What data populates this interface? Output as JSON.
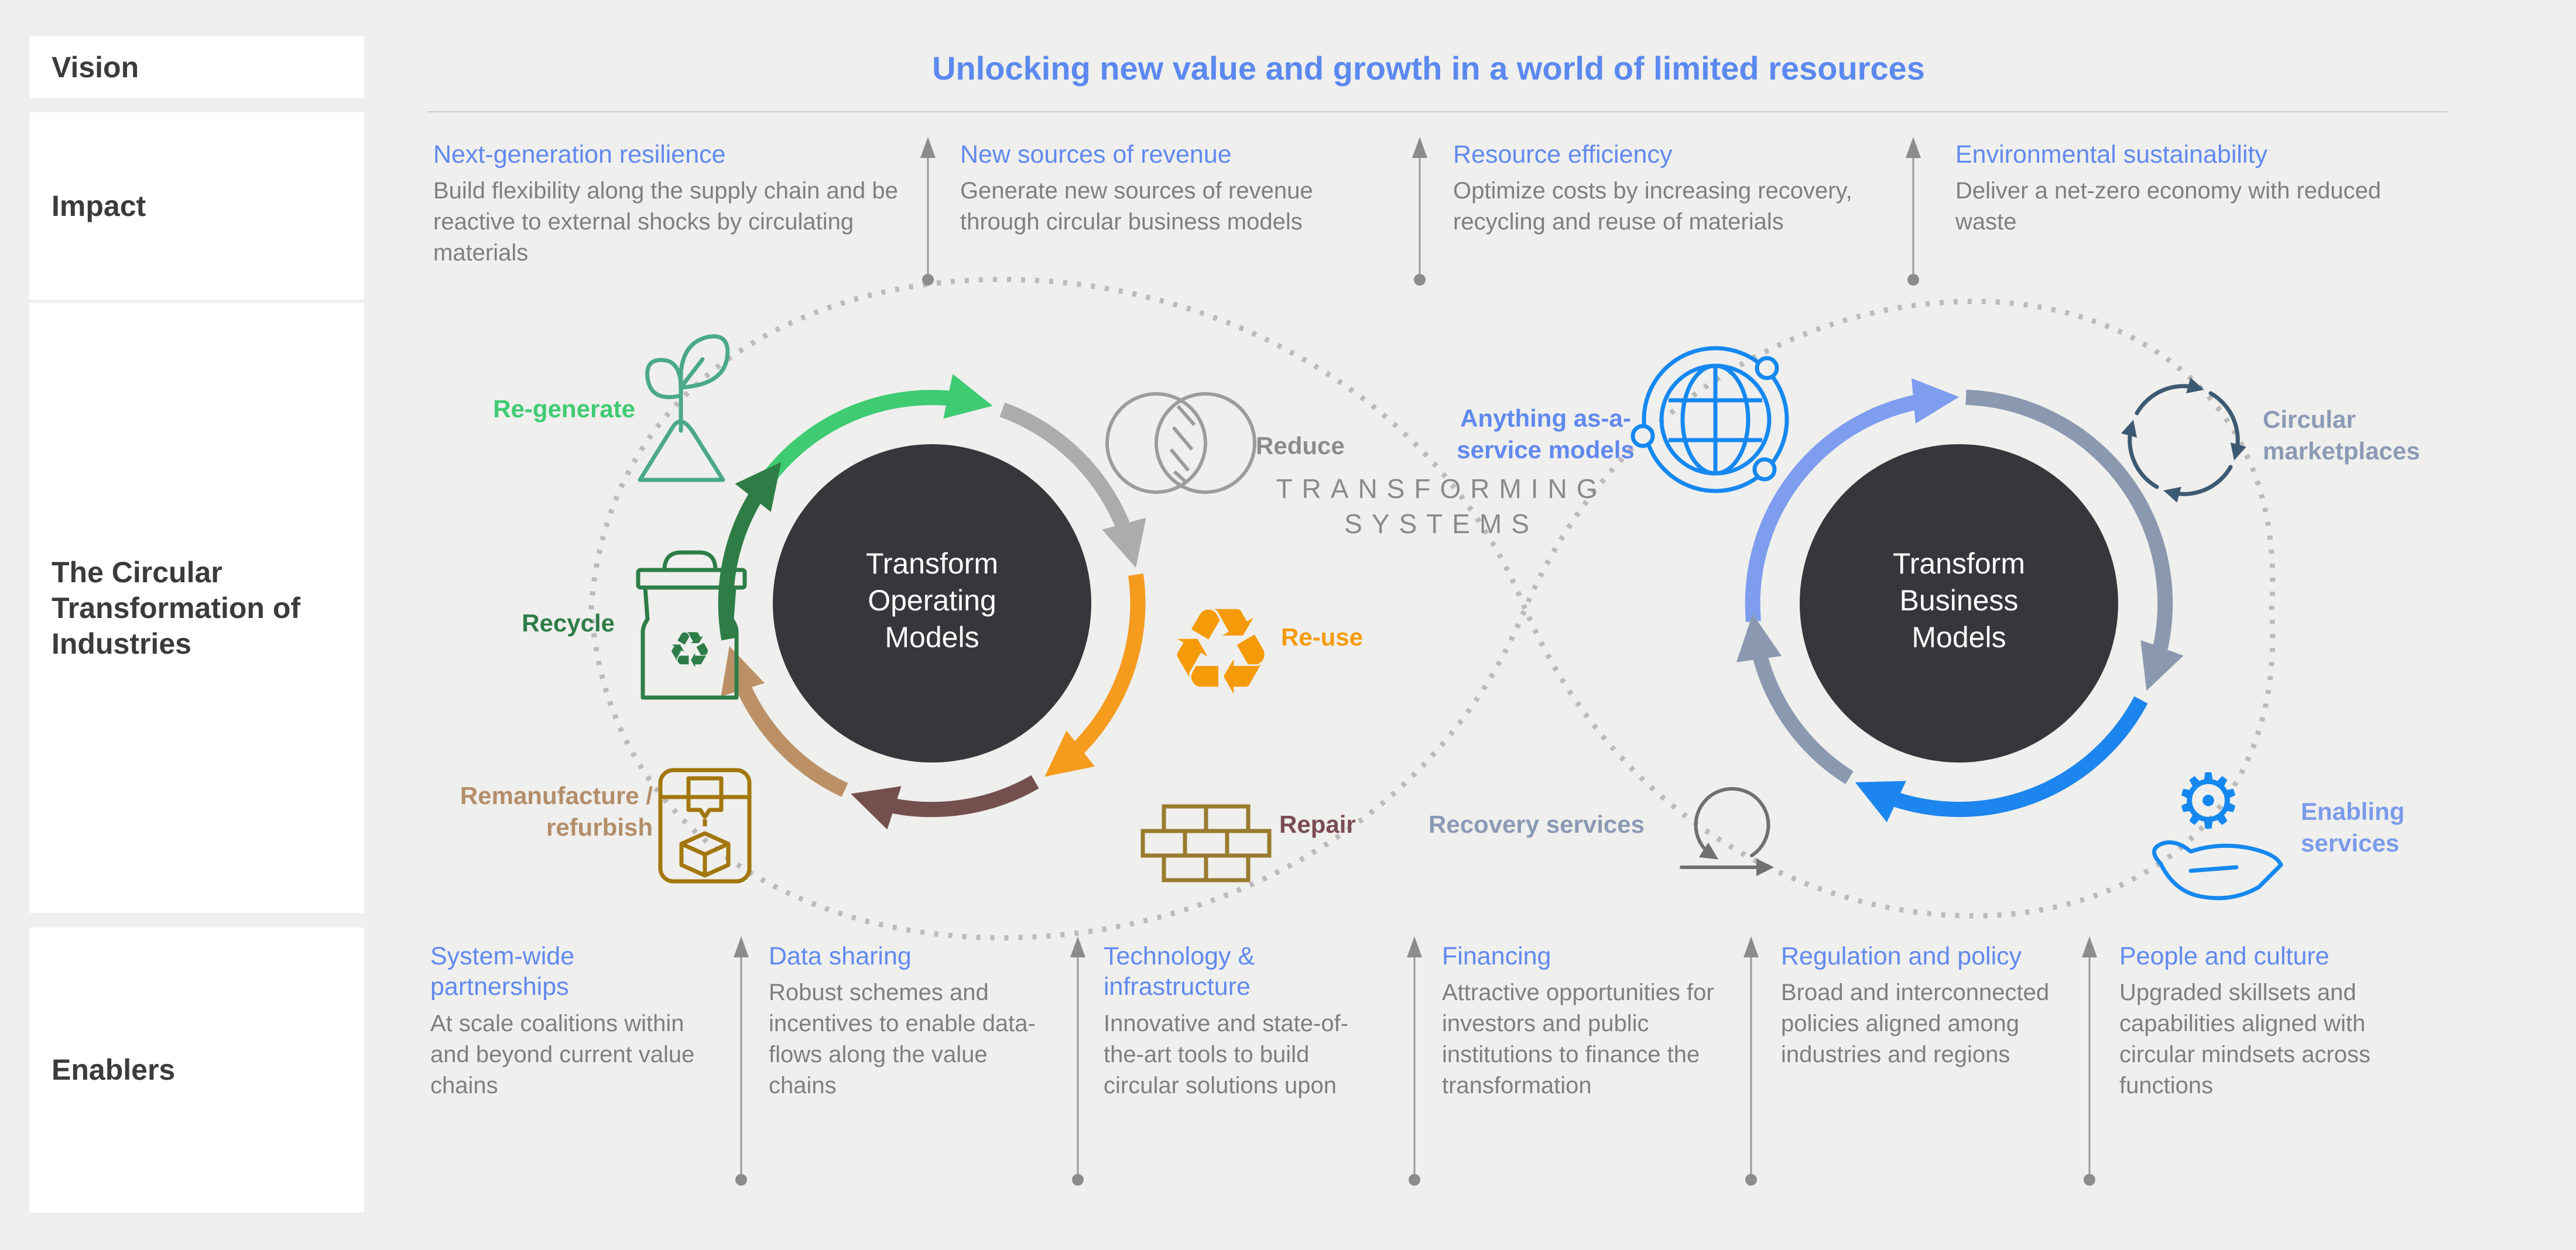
{
  "title": "Unlocking new value and growth in a world of limited resources",
  "sidebar": {
    "rows": [
      {
        "label": "Vision"
      },
      {
        "label": "Impact"
      },
      {
        "label": "The Circular Transformation of Industries"
      },
      {
        "label": "Enablers"
      }
    ]
  },
  "impact": {
    "items": [
      {
        "heading": "Next-generation resilience",
        "body": "Build flexibility along the supply chain and be reactive to external shocks by circulating materials"
      },
      {
        "heading": "New sources of revenue",
        "body": "Generate new sources of revenue through circular business models"
      },
      {
        "heading": "Resource efficiency",
        "body": "Optimize costs by increasing recovery, recycling and reuse of materials"
      },
      {
        "heading": "Environmental sustainability",
        "body": "Deliver a net-zero economy with reduced waste"
      }
    ]
  },
  "diagram": {
    "center_top": "TRANSFORMING",
    "center_bottom": "SYSTEMS",
    "left_hub": {
      "l1": "Transform",
      "l2": "Operating",
      "l3": "Models"
    },
    "right_hub": {
      "l1": "Transform",
      "l2": "Business",
      "l3": "Models"
    },
    "satellites": {
      "regenerate": "Re-generate",
      "recycle": "Recycle",
      "remanufacture": "Remanufacture /\nrefurbish",
      "reduce": "Reduce",
      "reuse": "Re-use",
      "repair": "Repair",
      "recovery": "Recovery services",
      "xaas": "Anything as-a-\nservice models",
      "marketplaces": "Circular\nmarketplaces",
      "enabling": "Enabling\nservices"
    }
  },
  "enablers": {
    "items": [
      {
        "heading": "System-wide\npartnerships",
        "body": "At scale coalitions within and beyond current value chains"
      },
      {
        "heading": "Data sharing",
        "body": "Robust schemes and incentives to enable data-flows along the value chains"
      },
      {
        "heading": "Technology &\ninfrastructure",
        "body": "Innovative and state-of-the-art tools to build circular solutions upon"
      },
      {
        "heading": "Financing",
        "body": "Attractive opportunities for investors and public institutions to finance the transformation"
      },
      {
        "heading": "Regulation and policy",
        "body": "Broad and interconnected policies aligned among industries and regions"
      },
      {
        "heading": "People and culture",
        "body": "Upgraded skillsets and capabilities aligned with circular mindsets across functions"
      }
    ]
  },
  "colors": {
    "accent_blue": "#6189EE",
    "regenerate_green": "#3ECB72",
    "recycle_green": "#2E7D49",
    "reuse_orange": "#F59B0A",
    "repair_maroon": "#7A4C52",
    "remanufacture_tan": "#B38E6A",
    "recovery_slate": "#8B9AB5",
    "enabling_periwinkle": "#7B9BEA",
    "bright_blue": "#1588F0",
    "hub_dark": "#35373A",
    "background": "#EFEFED"
  }
}
